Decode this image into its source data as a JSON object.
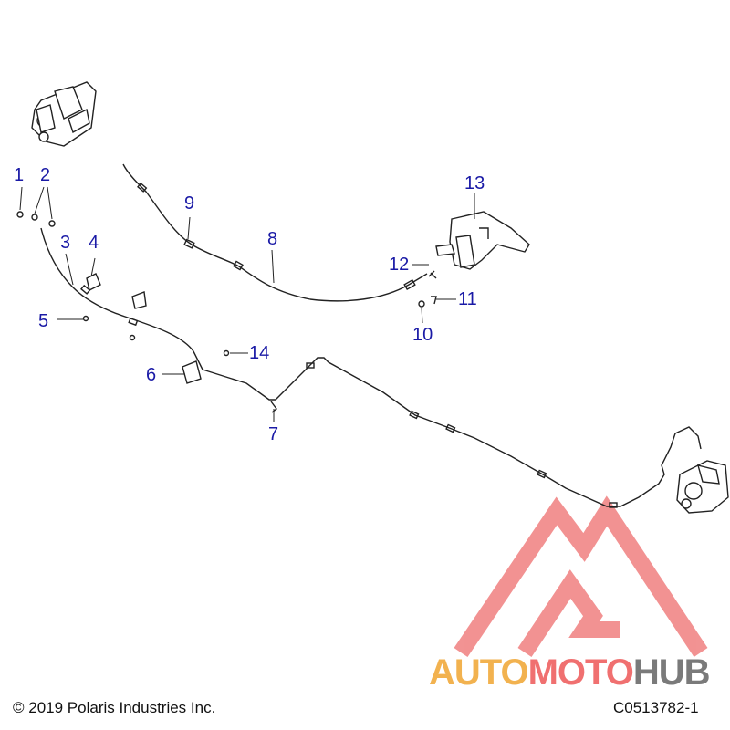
{
  "callouts": [
    "1",
    "2",
    "3",
    "4",
    "5",
    "6",
    "7",
    "8",
    "9",
    "10",
    "11",
    "12",
    "13",
    "14"
  ],
  "copyright": "© 2019 Polaris Industries Inc.",
  "diagram_id": "C0513782-1",
  "watermark": {
    "part_auto": "AUTO",
    "part_moto": "MOTO",
    "part_hub": "HUB",
    "colors": {
      "auto": "#f2b24f",
      "moto": "#f07070",
      "hub": "#7a7a7a",
      "logo": "#f08080"
    }
  },
  "colors": {
    "callout": "#1a1aa6",
    "line_art": "#222222"
  }
}
